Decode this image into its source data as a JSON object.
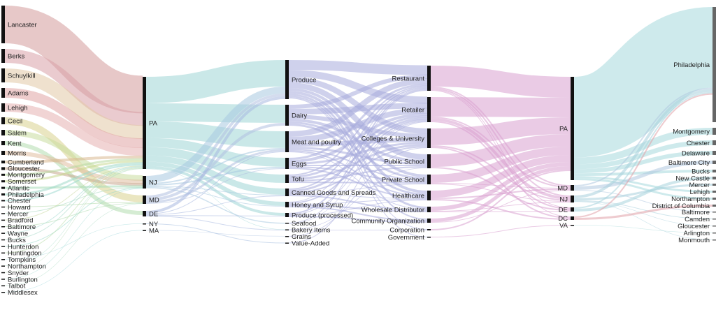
{
  "columns": [
    {
      "label_side": "right",
      "bar_color": "#111",
      "nodes": [
        {
          "name": "Lancaster",
          "value": 54,
          "color": "#d49a9a"
        },
        {
          "name": "Berks",
          "value": 20,
          "color": "#d8a0a8"
        },
        {
          "name": "Schuylkill",
          "value": 20,
          "color": "#e2c9a6"
        },
        {
          "name": "Adams",
          "value": 14,
          "color": "#e0a4a4"
        },
        {
          "name": "Lehigh",
          "value": 12,
          "color": "#e6b0b0"
        },
        {
          "name": "Cecil",
          "value": 10,
          "color": "#d8d28e"
        },
        {
          "name": "Salem",
          "value": 8,
          "color": "#c9dc9e"
        },
        {
          "name": "Kent",
          "value": 6,
          "color": "#b2dcae"
        },
        {
          "name": "Morris",
          "value": 6,
          "color": "#e0bea0"
        },
        {
          "name": "Cumberland",
          "value": 4,
          "color": "#d8b890"
        },
        {
          "name": "Gloucester",
          "value": 4,
          "color": "#c8a890"
        },
        {
          "name": "Montgomery",
          "value": 3,
          "color": "#b8d8a0"
        },
        {
          "name": "Somerset",
          "value": 3,
          "color": "#c8d890"
        },
        {
          "name": "Atlantic",
          "value": 3,
          "color": "#a8dcb8"
        },
        {
          "name": "Philadelphia",
          "value": 3,
          "color": "#a0d8c8"
        },
        {
          "name": "Chester",
          "value": 2,
          "color": "#9cd8d0"
        },
        {
          "name": "Howard",
          "value": 1,
          "color": "#b0d8a8"
        },
        {
          "name": "Mercer",
          "value": 1,
          "color": "#a8d8c0"
        },
        {
          "name": "Bradford",
          "value": 1,
          "color": "#c8d8a0"
        },
        {
          "name": "Baltimore",
          "value": 1,
          "color": "#b0dcb0"
        },
        {
          "name": "Wayne",
          "value": 1,
          "color": "#a0d8d0"
        },
        {
          "name": "Bucks",
          "value": 1,
          "color": "#a8d8c8"
        },
        {
          "name": "Hunterdon",
          "value": 1,
          "color": "#98d8c8"
        },
        {
          "name": "Huntingdon",
          "value": 1,
          "color": "#b8dca8"
        },
        {
          "name": "Tompkins",
          "value": 0.5,
          "color": "#a0d8d8"
        },
        {
          "name": "Northampton",
          "value": 0.5,
          "color": "#a8dcc8"
        },
        {
          "name": "Snyder",
          "value": 0.5,
          "color": "#b0d8b0"
        },
        {
          "name": "Burlington",
          "value": 0.5,
          "color": "#98d8d0"
        },
        {
          "name": "Talbot",
          "value": 0.5,
          "color": "#a8d8c0"
        },
        {
          "name": "Middlesex",
          "value": 0.5,
          "color": "#98d4d8"
        }
      ]
    },
    {
      "label_side": "right",
      "bar_color": "#111",
      "nodes": [
        {
          "name": "PA",
          "value": 132,
          "color": "#9fd5d5"
        },
        {
          "name": "NJ",
          "value": 18,
          "color": "#a8c8e0"
        },
        {
          "name": "MD",
          "value": 12,
          "color": "#b0c0e0"
        },
        {
          "name": "DE",
          "value": 8,
          "color": "#a8b8e0"
        },
        {
          "name": "NY",
          "value": 1,
          "color": "#a8c0e0"
        },
        {
          "name": "MA",
          "value": 0.5,
          "color": "#a8c0e0"
        }
      ]
    },
    {
      "label_side": "right",
      "bar_color": "#111",
      "nodes": [
        {
          "name": "Produce",
          "value": 56,
          "color": "#a8acdc"
        },
        {
          "name": "Dairy",
          "value": 30,
          "color": "#a8acdc"
        },
        {
          "name": "Meat and poultry",
          "value": 30,
          "color": "#a8acdc"
        },
        {
          "name": "Eggs",
          "value": 16,
          "color": "#a8acdc"
        },
        {
          "name": "Tofu",
          "value": 12,
          "color": "#a8acdc"
        },
        {
          "name": "Canned Goods and Spreads",
          "value": 11,
          "color": "#a8acdc"
        },
        {
          "name": "Honey and Syrup",
          "value": 8,
          "color": "#a8acdc"
        },
        {
          "name": "Produce (processed)",
          "value": 6,
          "color": "#a8acdc"
        },
        {
          "name": "Seafood",
          "value": 1.5,
          "color": "#a8acdc"
        },
        {
          "name": "Bakery Items",
          "value": 1.5,
          "color": "#a8acdc"
        },
        {
          "name": "Grains",
          "value": 1,
          "color": "#a8acdc"
        },
        {
          "name": "Value-Added",
          "value": 1,
          "color": "#a8acdc"
        }
      ]
    },
    {
      "label_side": "left",
      "bar_color": "#111",
      "nodes": [
        {
          "name": "Restaurant",
          "value": 36,
          "color": "#dca2d2"
        },
        {
          "name": "Retailer",
          "value": 36,
          "color": "#dca2d2"
        },
        {
          "name": "Colleges & University",
          "value": 28,
          "color": "#dca2d2"
        },
        {
          "name": "Public School",
          "value": 20,
          "color": "#dca2d2"
        },
        {
          "name": "Private School",
          "value": 14,
          "color": "#dca2d2"
        },
        {
          "name": "Healthcare",
          "value": 14,
          "color": "#dca2d2"
        },
        {
          "name": "Wholesale Distributor",
          "value": 8,
          "color": "#dca2d2"
        },
        {
          "name": "Community Organization",
          "value": 6,
          "color": "#dca2d2"
        },
        {
          "name": "Corporation",
          "value": 2,
          "color": "#dca2d2"
        },
        {
          "name": "Government",
          "value": 1,
          "color": "#dca2d2"
        }
      ]
    },
    {
      "label_side": "left",
      "bar_color": "#111",
      "nodes": [
        {
          "name": "PA",
          "value": 148,
          "color": "#a6d9dc"
        },
        {
          "name": "MD",
          "value": 8,
          "color": "#b0c8e0"
        },
        {
          "name": "NJ",
          "value": 10,
          "color": "#a8d0dc"
        },
        {
          "name": "DE",
          "value": 6,
          "color": "#a8d4dc"
        },
        {
          "name": "DC",
          "value": 5,
          "color": "#e0a0a8"
        },
        {
          "name": "VA",
          "value": 1,
          "color": "#a8d8d8"
        }
      ]
    },
    {
      "label_side": "left",
      "bar_color": "#666",
      "nodes": [
        {
          "name": "Philadelphia",
          "value": 165
        },
        {
          "name": "Montgomery",
          "value": 10
        },
        {
          "name": "Chester",
          "value": 7
        },
        {
          "name": "Delaware",
          "value": 6
        },
        {
          "name": "Baltimore City",
          "value": 5
        },
        {
          "name": "Bucks",
          "value": 4
        },
        {
          "name": "New Castle",
          "value": 4
        },
        {
          "name": "Mercer",
          "value": 3
        },
        {
          "name": "Lehigh",
          "value": 3
        },
        {
          "name": "Northampton",
          "value": 3
        },
        {
          "name": "District of Columbia",
          "value": 3
        },
        {
          "name": "Baltimore",
          "value": 1
        },
        {
          "name": "Camden",
          "value": 1
        },
        {
          "name": "Gloucester",
          "value": 0.5
        },
        {
          "name": "Arlington",
          "value": 0.5
        },
        {
          "name": "Monmouth",
          "value": 0.5
        }
      ]
    }
  ],
  "links": [
    [
      0,
      "Lancaster",
      "PA",
      54
    ],
    [
      0,
      "Berks",
      "PA",
      20
    ],
    [
      0,
      "Schuylkill",
      "PA",
      20
    ],
    [
      0,
      "Adams",
      "PA",
      14
    ],
    [
      0,
      "Lehigh",
      "PA",
      12
    ],
    [
      0,
      "Cecil",
      "MD",
      10
    ],
    [
      0,
      "Salem",
      "NJ",
      8
    ],
    [
      0,
      "Kent",
      "DE",
      6
    ],
    [
      0,
      "Morris",
      "NJ",
      6
    ],
    [
      0,
      "Cumberland",
      "PA",
      4
    ],
    [
      0,
      "Gloucester",
      "NJ",
      4
    ],
    [
      0,
      "Montgomery",
      "PA",
      3
    ],
    [
      0,
      "Somerset",
      "PA",
      3
    ],
    [
      0,
      "Atlantic",
      "NJ",
      3
    ],
    [
      0,
      "Philadelphia",
      "PA",
      3
    ],
    [
      0,
      "Chester",
      "PA",
      2
    ],
    [
      0,
      "Howard",
      "MD",
      1
    ],
    [
      0,
      "Mercer",
      "NJ",
      1
    ],
    [
      0,
      "Bradford",
      "PA",
      1
    ],
    [
      0,
      "Baltimore",
      "MD",
      1
    ],
    [
      0,
      "Wayne",
      "PA",
      1
    ],
    [
      0,
      "Bucks",
      "PA",
      1
    ],
    [
      0,
      "Hunterdon",
      "NJ",
      1
    ],
    [
      0,
      "Huntingdon",
      "PA",
      1
    ],
    [
      0,
      "Tompkins",
      "NY",
      0.5
    ],
    [
      0,
      "Northampton",
      "PA",
      0.5
    ],
    [
      0,
      "Snyder",
      "PA",
      0.5
    ],
    [
      0,
      "Burlington",
      "NJ",
      0.5
    ],
    [
      0,
      "Talbot",
      "MD",
      0.5
    ],
    [
      0,
      "Middlesex",
      "MA",
      0.5
    ],
    [
      1,
      "PA",
      "Produce",
      38
    ],
    [
      1,
      "PA",
      "Dairy",
      26
    ],
    [
      1,
      "PA",
      "Meat and poultry",
      24
    ],
    [
      1,
      "PA",
      "Eggs",
      13
    ],
    [
      1,
      "PA",
      "Tofu",
      12
    ],
    [
      1,
      "PA",
      "Canned Goods and Spreads",
      9
    ],
    [
      1,
      "PA",
      "Honey and Syrup",
      6
    ],
    [
      1,
      "PA",
      "Produce (processed)",
      4
    ],
    [
      1,
      "PA",
      "Bakery Items",
      0.5
    ],
    [
      1,
      "NJ",
      "Produce",
      10
    ],
    [
      1,
      "NJ",
      "Meat and poultry",
      2
    ],
    [
      1,
      "NJ",
      "Eggs",
      2
    ],
    [
      1,
      "NJ",
      "Canned Goods and Spreads",
      1
    ],
    [
      1,
      "NJ",
      "Honey and Syrup",
      1
    ],
    [
      1,
      "NJ",
      "Seafood",
      1.5
    ],
    [
      1,
      "MD",
      "Produce",
      4
    ],
    [
      1,
      "MD",
      "Dairy",
      4
    ],
    [
      1,
      "MD",
      "Meat and poultry",
      3
    ],
    [
      1,
      "MD",
      "Eggs",
      1
    ],
    [
      1,
      "DE",
      "Produce",
      4
    ],
    [
      1,
      "DE",
      "Meat and poultry",
      1
    ],
    [
      1,
      "DE",
      "Canned Goods and Spreads",
      1
    ],
    [
      1,
      "DE",
      "Produce (processed)",
      1
    ],
    [
      1,
      "DE",
      "Bakery Items",
      1
    ],
    [
      1,
      "NY",
      "Value-Added",
      1
    ],
    [
      1,
      "MA",
      "Grains",
      0.5
    ],
    [
      2,
      "Produce",
      "Restaurant",
      14
    ],
    [
      2,
      "Produce",
      "Retailer",
      10
    ],
    [
      2,
      "Produce",
      "Colleges & University",
      8
    ],
    [
      2,
      "Produce",
      "Public School",
      8
    ],
    [
      2,
      "Produce",
      "Private School",
      4
    ],
    [
      2,
      "Produce",
      "Healthcare",
      4
    ],
    [
      2,
      "Produce",
      "Wholesale Distributor",
      3
    ],
    [
      2,
      "Produce",
      "Community Organization",
      2
    ],
    [
      2,
      "Produce",
      "Corporation",
      1
    ],
    [
      2,
      "Produce",
      "Government",
      1
    ],
    [
      2,
      "Dairy",
      "Restaurant",
      6
    ],
    [
      2,
      "Dairy",
      "Retailer",
      8
    ],
    [
      2,
      "Dairy",
      "Colleges & University",
      6
    ],
    [
      2,
      "Dairy",
      "Public School",
      4
    ],
    [
      2,
      "Dairy",
      "Private School",
      3
    ],
    [
      2,
      "Dairy",
      "Healthcare",
      3
    ],
    [
      2,
      "Meat and poultry",
      "Restaurant",
      8
    ],
    [
      2,
      "Meat and poultry",
      "Retailer",
      8
    ],
    [
      2,
      "Meat and poultry",
      "Colleges & University",
      6
    ],
    [
      2,
      "Meat and poultry",
      "Public School",
      3
    ],
    [
      2,
      "Meat and poultry",
      "Private School",
      2
    ],
    [
      2,
      "Meat and poultry",
      "Healthcare",
      2
    ],
    [
      2,
      "Meat and poultry",
      "Wholesale Distributor",
      1
    ],
    [
      2,
      "Eggs",
      "Restaurant",
      3
    ],
    [
      2,
      "Eggs",
      "Retailer",
      4
    ],
    [
      2,
      "Eggs",
      "Colleges & University",
      3
    ],
    [
      2,
      "Eggs",
      "Public School",
      2
    ],
    [
      2,
      "Eggs",
      "Private School",
      2
    ],
    [
      2,
      "Eggs",
      "Healthcare",
      2
    ],
    [
      2,
      "Tofu",
      "Restaurant",
      2
    ],
    [
      2,
      "Tofu",
      "Retailer",
      3
    ],
    [
      2,
      "Tofu",
      "Colleges & University",
      3
    ],
    [
      2,
      "Tofu",
      "Public School",
      2
    ],
    [
      2,
      "Tofu",
      "Private School",
      2
    ],
    [
      2,
      "Canned Goods and Spreads",
      "Restaurant",
      2
    ],
    [
      2,
      "Canned Goods and Spreads",
      "Retailer",
      3
    ],
    [
      2,
      "Canned Goods and Spreads",
      "Colleges & University",
      2
    ],
    [
      2,
      "Canned Goods and Spreads",
      "Private School",
      1
    ],
    [
      2,
      "Canned Goods and Spreads",
      "Healthcare",
      1
    ],
    [
      2,
      "Canned Goods and Spreads",
      "Wholesale Distributor",
      2
    ],
    [
      2,
      "Honey and Syrup",
      "Restaurant",
      1
    ],
    [
      2,
      "Honey and Syrup",
      "Retailer",
      2
    ],
    [
      2,
      "Honey and Syrup",
      "Healthcare",
      1
    ],
    [
      2,
      "Honey and Syrup",
      "Wholesale Distributor",
      2
    ],
    [
      2,
      "Honey and Syrup",
      "Community Organization",
      2
    ],
    [
      2,
      "Produce (processed)",
      "Restaurant",
      2
    ],
    [
      2,
      "Produce (processed)",
      "Retailer",
      1
    ],
    [
      2,
      "Produce (processed)",
      "Healthcare",
      1
    ],
    [
      2,
      "Produce (processed)",
      "Community Organization",
      2
    ],
    [
      2,
      "Seafood",
      "Restaurant",
      1
    ],
    [
      2,
      "Seafood",
      "Retailer",
      0.5
    ],
    [
      2,
      "Bakery Items",
      "Public School",
      1
    ],
    [
      2,
      "Bakery Items",
      "Corporation",
      1
    ],
    [
      2,
      "Grains",
      "Colleges & University",
      1
    ],
    [
      2,
      "Value-Added",
      "Retailer",
      1
    ],
    [
      3,
      "Restaurant",
      "PA",
      30
    ],
    [
      3,
      "Restaurant",
      "MD",
      2
    ],
    [
      3,
      "Restaurant",
      "NJ",
      2
    ],
    [
      3,
      "Restaurant",
      "DE",
      1
    ],
    [
      3,
      "Restaurant",
      "DC",
      1
    ],
    [
      3,
      "Retailer",
      "PA",
      28
    ],
    [
      3,
      "Retailer",
      "MD",
      2
    ],
    [
      3,
      "Retailer",
      "NJ",
      4
    ],
    [
      3,
      "Retailer",
      "DE",
      2
    ],
    [
      3,
      "Colleges & University",
      "PA",
      24
    ],
    [
      3,
      "Colleges & University",
      "NJ",
      2
    ],
    [
      3,
      "Colleges & University",
      "DC",
      2
    ],
    [
      3,
      "Public School",
      "PA",
      18
    ],
    [
      3,
      "Public School",
      "DE",
      2
    ],
    [
      3,
      "Private School",
      "PA",
      12
    ],
    [
      3,
      "Private School",
      "MD",
      1
    ],
    [
      3,
      "Private School",
      "NJ",
      1
    ],
    [
      3,
      "Healthcare",
      "PA",
      10
    ],
    [
      3,
      "Healthcare",
      "MD",
      2
    ],
    [
      3,
      "Healthcare",
      "DC",
      2
    ],
    [
      3,
      "Wholesale Distributor",
      "PA",
      6
    ],
    [
      3,
      "Wholesale Distributor",
      "NJ",
      1
    ],
    [
      3,
      "Wholesale Distributor",
      "DE",
      1
    ],
    [
      3,
      "Community Organization",
      "PA",
      5
    ],
    [
      3,
      "Community Organization",
      "MD",
      1
    ],
    [
      3,
      "Corporation",
      "PA",
      2
    ],
    [
      3,
      "Government",
      "VA",
      1
    ],
    [
      4,
      "PA",
      "Philadelphia",
      118
    ],
    [
      4,
      "PA",
      "Montgomery",
      10
    ],
    [
      4,
      "PA",
      "Chester",
      7
    ],
    [
      4,
      "PA",
      "Delaware",
      6
    ],
    [
      4,
      "PA",
      "Bucks",
      4
    ],
    [
      4,
      "PA",
      "Lehigh",
      3
    ],
    [
      4,
      "PA",
      "Northampton",
      3
    ],
    [
      4,
      "MD",
      "Baltimore City",
      5
    ],
    [
      4,
      "MD",
      "Baltimore",
      1
    ],
    [
      4,
      "MD",
      "Philadelphia",
      2
    ],
    [
      4,
      "NJ",
      "Mercer",
      3
    ],
    [
      4,
      "NJ",
      "Philadelphia",
      4
    ],
    [
      4,
      "NJ",
      "Camden",
      1
    ],
    [
      4,
      "NJ",
      "Gloucester",
      0.5
    ],
    [
      4,
      "NJ",
      "Monmouth",
      0.5
    ],
    [
      4,
      "DE",
      "New Castle",
      4
    ],
    [
      4,
      "DE",
      "Philadelphia",
      2
    ],
    [
      4,
      "DC",
      "District of Columbia",
      3
    ],
    [
      4,
      "DC",
      "Philadelphia",
      2
    ],
    [
      4,
      "VA",
      "Arlington",
      0.5
    ]
  ]
}
